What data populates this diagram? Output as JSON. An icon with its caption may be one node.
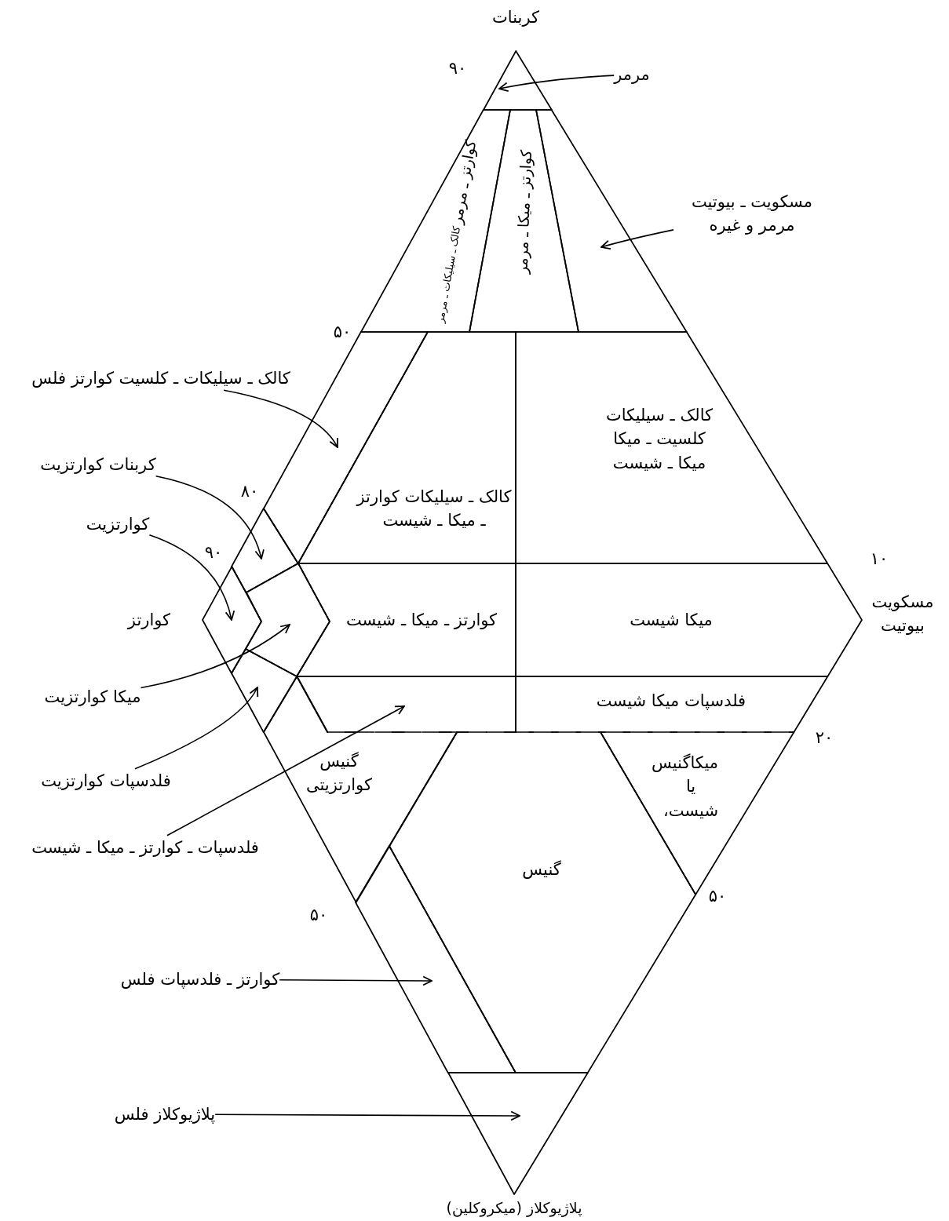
{
  "diagram": {
    "nodes": [
      {
        "text": [
          "مرمر"
        ]
      },
      {
        "text": [],
        "shape": "triangle"
      },
      {
        "text": [
          "کوارتز ـ مرمر",
          "کالک ـ سیلیکات ـ مرمر"
        ]
      },
      {
        "text": [
          "کوارتز ـ میکا ـ مرمر"
        ]
      },
      {
        "text": [
          "مسکویت ـ بیوتیت مرمر و غیره"
        ]
      },
      {
        "text": [],
        "shape": "polygon"
      },
      {
        "text": [
          "کالک ـ سیلیکات ـ کلسیت کوارتز فلس"
        ]
      },
      {
        "text": [],
        "shape": "polygon"
      },
      {
        "text": [
          "کالک ـ سیلیکات کوارتز ـ میکا ـ شیست"
        ]
      },
      {
        "text": [
          "کالک ـ سیلیکات کلسیت ـ میکا میکا ـ شیست"
        ]
      },
      {
        "text": [
          "کربنات کوارتزیت"
        ]
      },
      {
        "text": [],
        "shape": "polygon"
      },
      {
        "text": [
          "کوارتزیت"
        ]
      },
      {
        "text": [],
        "shape": "diamond"
      },
      {
        "text": [
          "کوارتز ـ میکا ـ شیست"
        ]
      },
      {
        "text": [
          "میکا شیست"
        ]
      },
      {
        "text": [
          "میکا کوارتزیت"
        ]
      },
      {
        "text": [],
        "shape": "polygon"
      },
      {
        "text": [
          "فلدسپات کوارتزیت"
        ]
      },
      {
        "text": [],
        "shape": "polygon"
      },
      {
        "text": [
          "فلدسپات ـ کوارتز ـ میکا ـ شیست"
        ]
      },
      {
        "text": [],
        "shape": "polygon"
      },
      {
        "text": [
          "فلدسپات میکا شیست"
        ]
      },
      {
        "text": [
          "گنیس کوارتزیتی"
        ]
      },
      {
        "text": [
          "میکاگنیس یا شیست،"
        ]
      },
      {
        "text": [
          "گنیس"
        ]
      },
      {
        "text": [
          "کوارتز ـ فلدسپات فلس"
        ]
      },
      {
        "text": [],
        "shape": "polygon"
      },
      {
        "text": [
          "پلاژیوکلاز فلس"
        ]
      },
      {
        "text": [],
        "shape": "triangle"
      }
    ],
    "edges": [
      {
        "from": 0,
        "to": 1,
        "arrow": "to"
      },
      {
        "from": 4,
        "to": 5,
        "arrow": "to"
      },
      {
        "from": 6,
        "to": 7,
        "arrow": "to"
      },
      {
        "from": 10,
        "to": 11,
        "arrow": "to"
      },
      {
        "from": 12,
        "to": 13,
        "arrow": "to"
      },
      {
        "from": 16,
        "to": 17,
        "arrow": "to"
      },
      {
        "from": 18,
        "to": 19,
        "arrow": "to"
      },
      {
        "from": 20,
        "to": 21,
        "arrow": "to"
      },
      {
        "from": 26,
        "to": 27,
        "arrow": "to"
      },
      {
        "from": 28,
        "to": 29,
        "arrow": "to"
      }
    ],
    "labels": [
      "کربنات",
      "۹۰",
      "۵۰",
      "۸۰",
      "۹۰",
      "کوارتز",
      "۱۰",
      "مسکویت بیوتیت",
      "۲۰",
      "۵۰",
      "۵۰",
      "پلاژیوکلاز (میکروکلین)"
    ]
  }
}
